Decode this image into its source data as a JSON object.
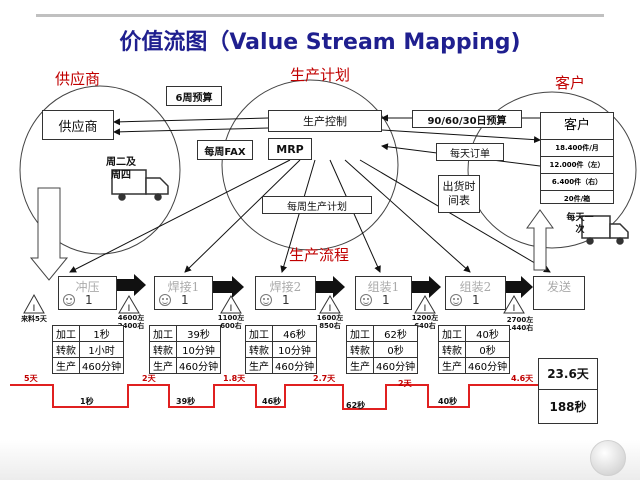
{
  "title": "价值流图（Value Stream Mapping)",
  "supplier": {
    "label": "供应商",
    "box": "供应商",
    "schedule": "周二及周四",
    "raw_material": "来料5天"
  },
  "planning": {
    "label": "生产计划",
    "control": "生产控制",
    "mrp": "MRP",
    "six_week_forecast": "6周预算",
    "weekly_fax": "每周FAX",
    "weekly_plan": "每周生产计划",
    "forecast_90_60_30": "90/60/30日预算",
    "daily_order": "每天订单",
    "shipping_schedule": "出货时间表"
  },
  "customer": {
    "label": "客户",
    "box_title": "客户",
    "rows": [
      "18.400件/月",
      "12.000件（左）",
      "6.400件（右）",
      "20件/箱"
    ],
    "delivery": "每天一次"
  },
  "flow_label": "生产流程",
  "processes": [
    {
      "name": "冲压",
      "operators": "1",
      "rows": [
        [
          "加工",
          "1秒"
        ],
        [
          "转款",
          "1小时"
        ],
        [
          "生产",
          "460分钟"
        ]
      ]
    },
    {
      "name": "焊接1",
      "operators": "1",
      "rows": [
        [
          "加工",
          "39秒"
        ],
        [
          "转款",
          "10分钟"
        ],
        [
          "生产",
          "460分钟"
        ]
      ]
    },
    {
      "name": "焊接2",
      "operators": "1",
      "rows": [
        [
          "加工",
          "46秒"
        ],
        [
          "转款",
          "10分钟"
        ],
        [
          "生产",
          "460分钟"
        ]
      ]
    },
    {
      "name": "组装1",
      "operators": "1",
      "rows": [
        [
          "加工",
          "62秒"
        ],
        [
          "转款",
          "0秒"
        ],
        [
          "生产",
          "460分钟"
        ]
      ]
    },
    {
      "name": "组装2",
      "operators": "1",
      "rows": [
        [
          "加工",
          "40秒"
        ],
        [
          "转款",
          "0秒"
        ],
        [
          "生产",
          "460分钟"
        ]
      ]
    },
    {
      "name": "发送",
      "operators": "",
      "rows": []
    }
  ],
  "inventories": [
    "4600左 2400右",
    "1100左 600右",
    "1600左 850右",
    "1200左 640右",
    "2700左 1440右"
  ],
  "timeline": {
    "days": [
      "5天",
      "2天",
      "1.8天",
      "2.7天",
      "2天",
      "4.6天"
    ],
    "seconds": [
      "1秒",
      "39秒",
      "46秒",
      "62秒",
      "40秒"
    ],
    "total_days": "23.6天",
    "total_seconds": "188秒"
  },
  "colors": {
    "title": "#1f1f8f",
    "accent": "#c00000",
    "timeline": "#e02020"
  }
}
